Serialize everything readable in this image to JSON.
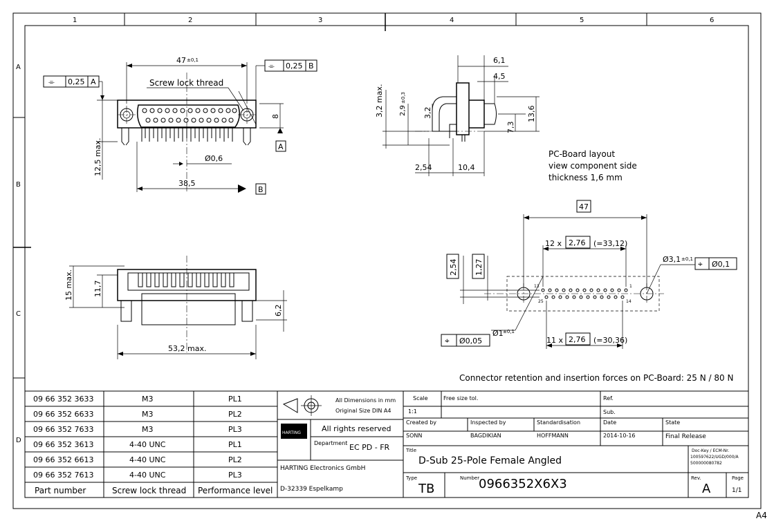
{
  "grid": {
    "columns": [
      "1",
      "2",
      "3",
      "4",
      "5",
      "6"
    ],
    "rows": [
      "A",
      "B",
      "C",
      "D"
    ],
    "sheet_size": "A4"
  },
  "top_view": {
    "width_dim": "47",
    "width_tol": "±0,1",
    "thread_label": "Screw lock thread",
    "tol_left": {
      "sym": "⌯",
      "value": "0,25",
      "datum": "A"
    },
    "tol_right": {
      "sym": "⌯",
      "value": "0,25",
      "datum": "B"
    },
    "height_dim": "12,5 max.",
    "dim_8": "8",
    "datum_a": "A",
    "pin_dia": "Ø0,6",
    "dim_38_5": "38,5",
    "datum_b": "B"
  },
  "side_view": {
    "dim_6_1": "6,1",
    "dim_4_5": "4,5",
    "dim_3_2max": "3,2 max.",
    "dim_2_9": "2,9",
    "dim_2_9_tol": "±0,3",
    "dim_3_2": "3,2",
    "dim_7_3": "7,3",
    "dim_13_6": "13,6",
    "dim_2_54": "2,54",
    "dim_10_4": "10,4"
  },
  "pcb_note": [
    "PC-Board layout",
    "view component side",
    "thickness 1,6 mm"
  ],
  "front_view": {
    "dim_15max": "15 max.",
    "dim_11_7": "11,7",
    "dim_6_2": "6,2",
    "dim_53_2": "53,2 max."
  },
  "pcb_layout": {
    "dim_47": "47",
    "pitch_top_count": "12 x",
    "pitch_top": "2,76",
    "pitch_top_total": "(=33,12)",
    "pitch_bottom_count": "11 x",
    "pitch_bottom": "2,76",
    "pitch_bottom_total": "(=30,36)",
    "dim_2_54": "2,54",
    "dim_1_27": "1,27",
    "hole_dia": "Ø3,1",
    "hole_tol": "±0,1",
    "hole_pos": "Ø0,1",
    "pin_dia": "Ø1",
    "pin_tol": "±0,1",
    "pin_pos": "Ø0,05",
    "pin_labels": {
      "p1": "1",
      "p13": "13",
      "p14": "14",
      "p25": "25"
    }
  },
  "retention_note": "Connector retention and insertion forces on PC-Board: 25 N / 80 N",
  "parts_table": {
    "headers": [
      "Part number",
      "Screw lock thread",
      "Performance level"
    ],
    "rows": [
      [
        "09 66 352 3633",
        "M3",
        "PL1"
      ],
      [
        "09 66 352 6633",
        "M3",
        "PL2"
      ],
      [
        "09 66 352 7633",
        "M3",
        "PL3"
      ],
      [
        "09 66 352 3613",
        "4-40 UNC",
        "PL1"
      ],
      [
        "09 66 352 6613",
        "4-40 UNC",
        "PL2"
      ],
      [
        "09 66 352 7613",
        "4-40 UNC",
        "PL3"
      ]
    ]
  },
  "title_block": {
    "dims_note_1": "All Dimensions in mm",
    "dims_note_2": "Original Size DIN A4",
    "rights": "All rights reserved",
    "department_label": "Department",
    "department": "EC PD - FR",
    "company": "HARTING Electronics GmbH",
    "address": "D-32339 Espelkamp",
    "logo": "HARTING",
    "scale_label": "Scale",
    "scale": "1:1",
    "free_size": "Free size tol.",
    "ref_label": "Ref.",
    "sub_label": "Sub.",
    "created_label": "Created by",
    "created": "SONN",
    "inspected_label": "Inspected by",
    "inspected": "BAGDIKIAN",
    "std_label": "Standardisation",
    "std": "HOFFMANN",
    "date_label": "Date",
    "date": "2014-10-16",
    "state_label": "State",
    "state": "Final Release",
    "title_label": "Title",
    "title": "D-Sub 25-Pole Female Angled",
    "doc_key_label": "Doc-Key / ECM-Nr.",
    "doc_key_1": "100597622/UGD/000/A",
    "doc_key_2": "500000080782",
    "type_label": "Type",
    "type": "TB",
    "number_label": "Number",
    "number": "0966352X6X3",
    "rev_label": "Rev.",
    "rev": "A",
    "page_label": "Page",
    "page": "1/1"
  }
}
